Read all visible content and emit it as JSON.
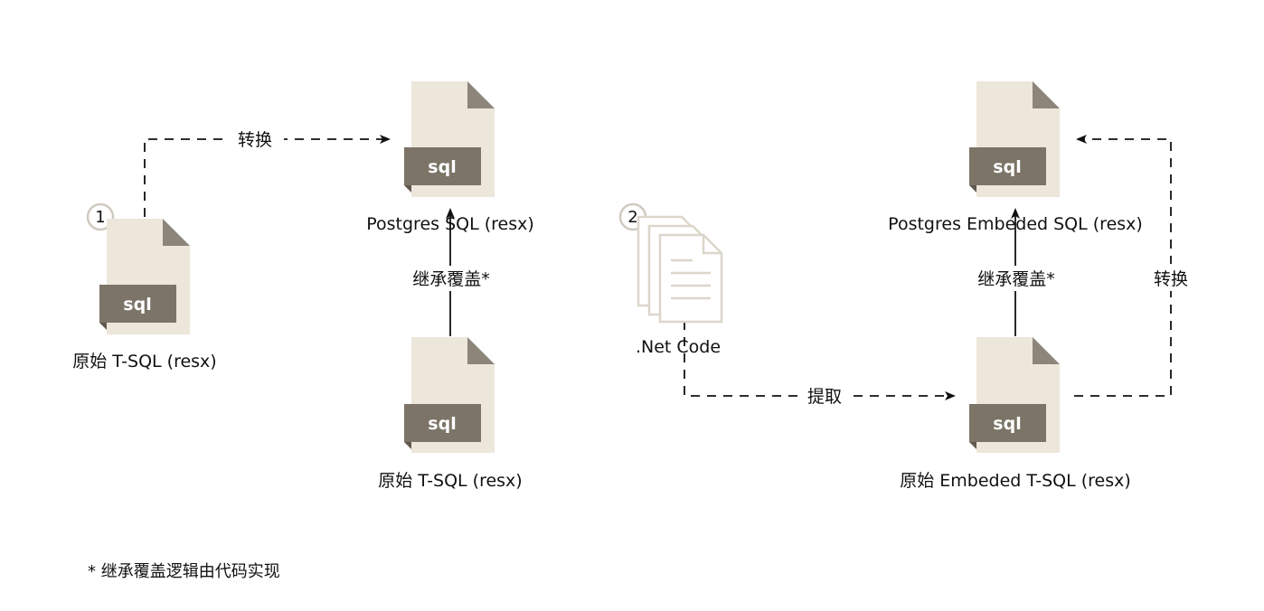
{
  "colors": {
    "file_body": "#ede6da",
    "file_fold": "#8b857a",
    "badge": "#7b7467",
    "badge_text": "#ffffff",
    "circle_stroke": "#cfc9bf",
    "docs_stroke": "#dcd6cb",
    "line": "#111111"
  },
  "file_badge_text": "sql",
  "step1": {
    "number": "1",
    "source_label": "原始 T-SQL (resx)",
    "arrow_label": "转换",
    "target_label": "Postgres SQL (resx)",
    "inherit_label": "继承覆盖*",
    "base_label": "原始 T-SQL (resx)"
  },
  "step2": {
    "number": "2",
    "code_label": ".Net Code",
    "extract_label": "提取",
    "target_label": "Postgres Embeded SQL (resx)",
    "inherit_label": "继承覆盖*",
    "convert_label": "转换",
    "base_label": "原始 Embeded T-SQL (resx)"
  },
  "footnote": "* 继承覆盖逻辑由代码实现"
}
